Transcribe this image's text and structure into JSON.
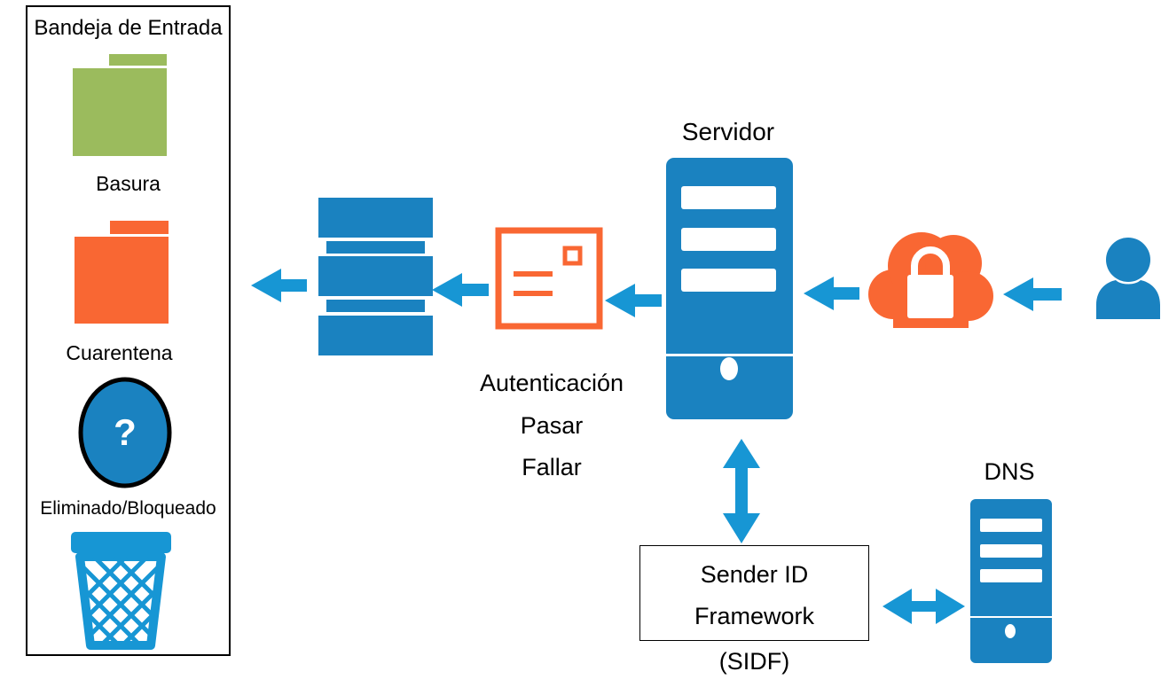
{
  "panel": {
    "inbox_label": "Bandeja de Entrada",
    "trash_label": "Basura",
    "quarantine_label": "Cuarentena",
    "deleted_label": "Eliminado/Bloqueado"
  },
  "flow": {
    "server_label": "Servidor",
    "auth_label": "Autenticación",
    "pass_label": "Pasar",
    "fail_label": "Fallar",
    "sidf_line1": "Sender ID",
    "sidf_line2": "Framework",
    "sidf_line3": "(SIDF)",
    "dns_label": "DNS"
  },
  "colors": {
    "blue": "#1a82c0",
    "orange": "#f96733",
    "green": "#9bbb5d",
    "arrow": "#1796d4"
  },
  "icons": [
    "green-folder-icon",
    "orange-folder-icon",
    "question-icon",
    "trash-bin-icon",
    "mail-server-stack-icon",
    "envelope-icon",
    "server-icon",
    "lock-cloud-icon",
    "user-icon",
    "dns-server-icon"
  ]
}
